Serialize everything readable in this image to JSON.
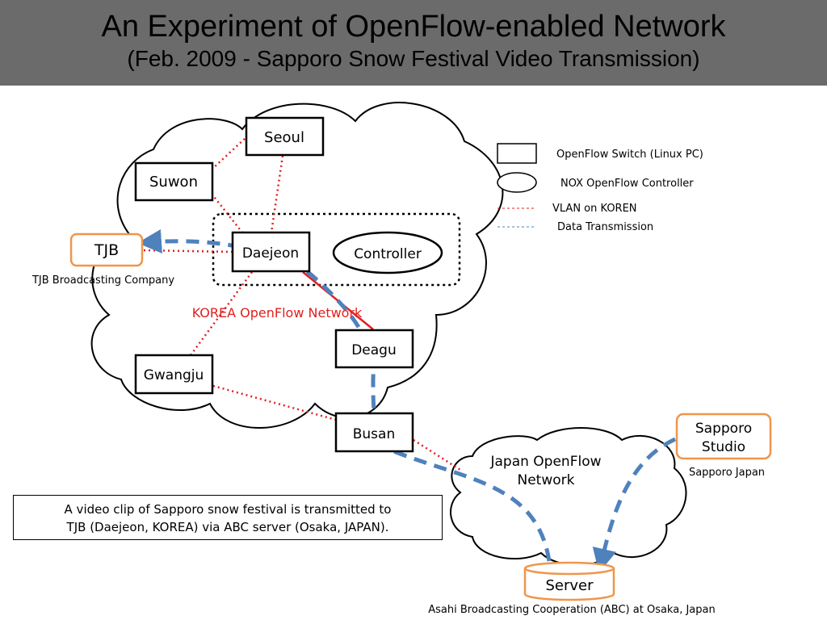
{
  "title": {
    "line1": "An Experiment of OpenFlow-enabled Network",
    "line2": "(Feb. 2009 - Sapporo Snow Festival Video Transmission)"
  },
  "nodes": {
    "seoul": "Seoul",
    "suwon": "Suwon",
    "daejeon": "Daejeon",
    "controller": "Controller",
    "tjb": "TJB",
    "deagu": "Deagu",
    "gwangju": "Gwangju",
    "busan": "Busan",
    "sapporo_line1": "Sapporo",
    "sapporo_line2": "Studio",
    "server": "Server"
  },
  "labels": {
    "tjb_caption": "TJB Broadcasting Company",
    "korea_network": "KOREA OpenFlow Network",
    "japan_network_line1": "Japan OpenFlow",
    "japan_network_line2": "Network",
    "sapporo_caption": "Sapporo Japan",
    "abc_caption": "Asahi Broadcasting Cooperation (ABC) at Osaka, Japan"
  },
  "legend": {
    "switch": "OpenFlow Switch (Linux PC)",
    "controller": "NOX OpenFlow Controller",
    "vlan": "VLAN on KOREN",
    "data": "Data Transmission"
  },
  "note": {
    "line1": "A video clip of Sapporo snow festival is transmitted to",
    "line2": "TJB (Daejeon, KOREA) via ABC server (Osaka, JAPAN)."
  },
  "colors": {
    "title_bar": "#6b6b6b",
    "vlan_link": "#e02020",
    "data_flow": "#4f81bd",
    "orange_node": "#f0954a",
    "korea_label": "#e02020"
  }
}
